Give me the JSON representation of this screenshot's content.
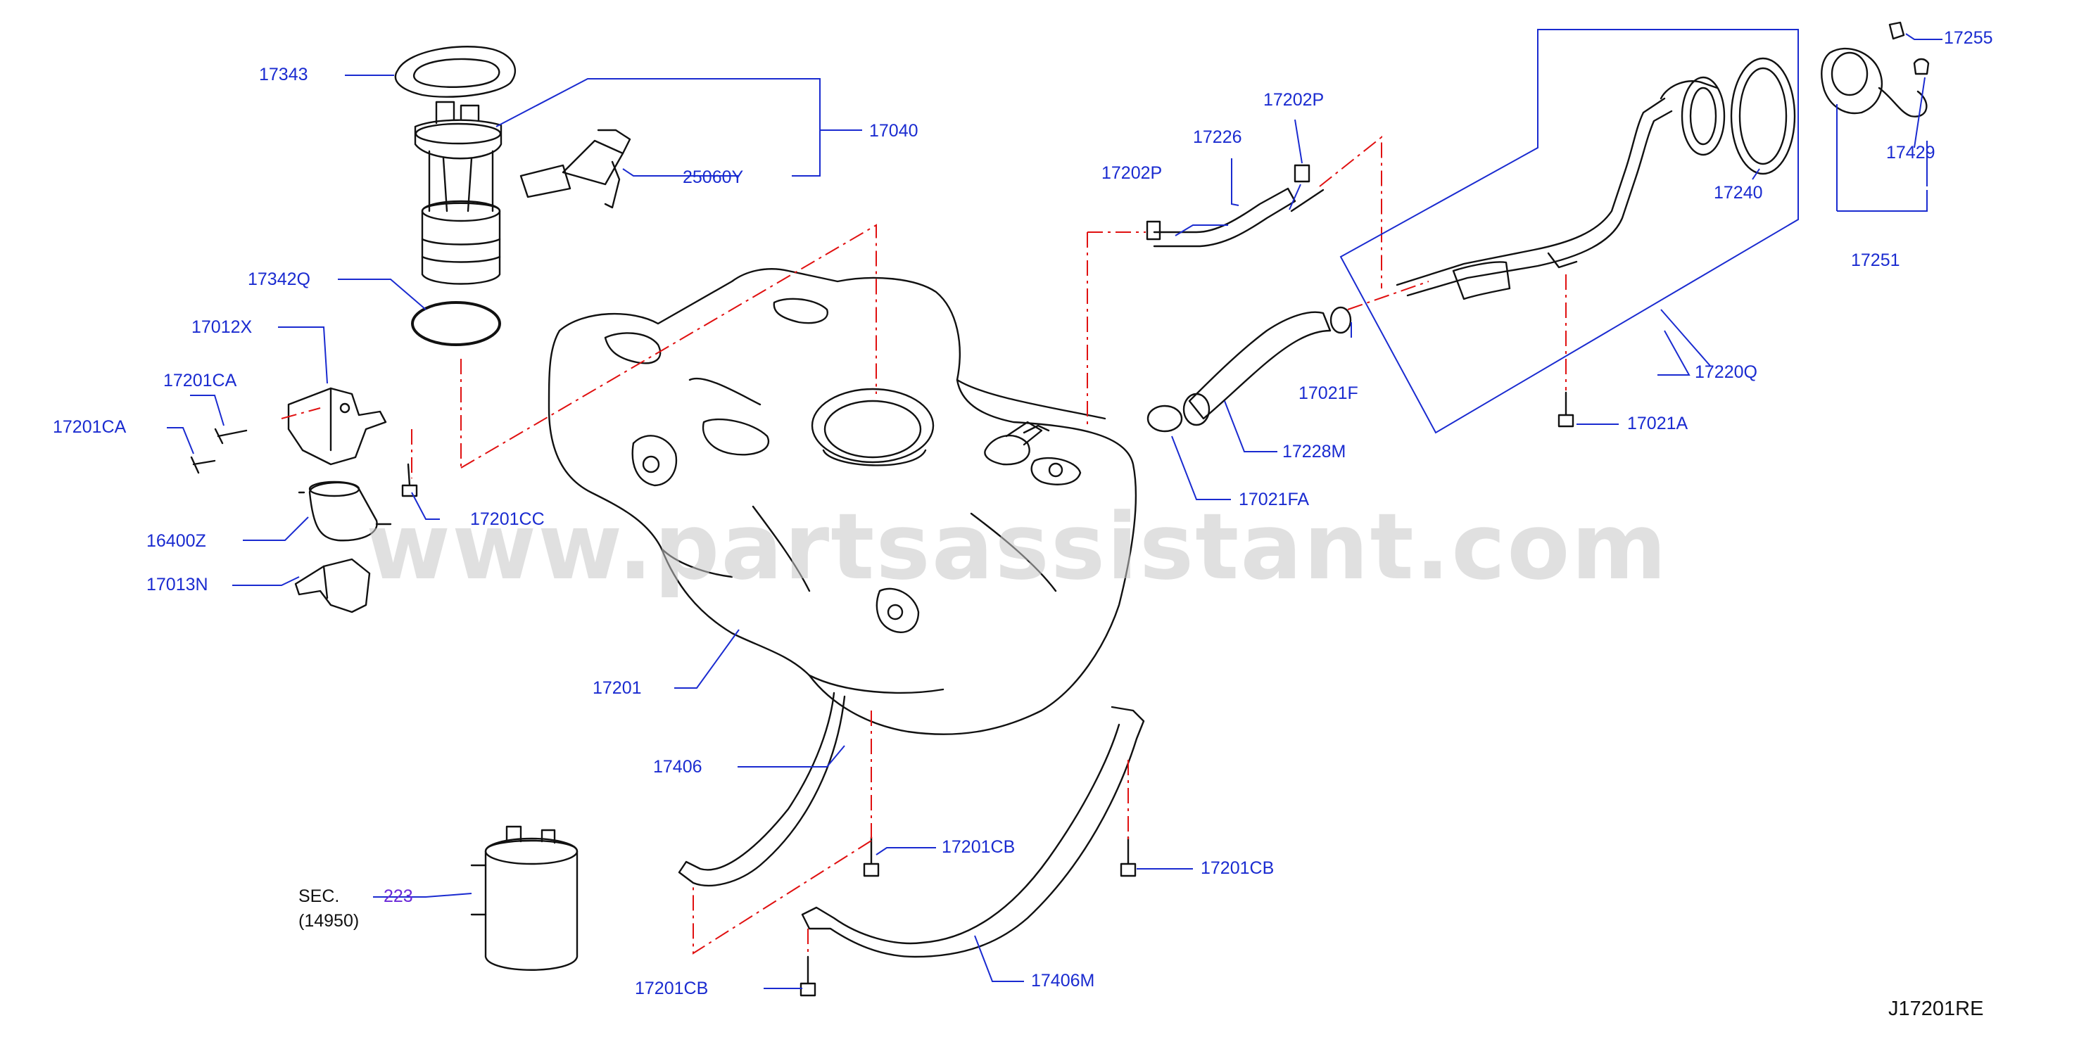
{
  "diagram": {
    "code": "J17201RE",
    "watermark": "www.partsassistant.com",
    "sec_prefix": "SEC.",
    "sec_link": "223",
    "sec_sub": "(14950)",
    "colors": {
      "callout": "#1a2bd0",
      "link": "#6a28d8",
      "centerline": "#e01010",
      "drawing": "#111111",
      "watermark": "#c8c8c8"
    },
    "parts": [
      {
        "id": "17343"
      },
      {
        "id": "17040"
      },
      {
        "id": "25060Y"
      },
      {
        "id": "17342Q"
      },
      {
        "id": "17012X"
      },
      {
        "id": "17201CA"
      },
      {
        "id": "17201CA"
      },
      {
        "id": "17201CC"
      },
      {
        "id": "16400Z"
      },
      {
        "id": "17013N"
      },
      {
        "id": "17201"
      },
      {
        "id": "17406"
      },
      {
        "id": "17201CB"
      },
      {
        "id": "17201CB"
      },
      {
        "id": "17201CB"
      },
      {
        "id": "17406M"
      },
      {
        "id": "17202P"
      },
      {
        "id": "17226"
      },
      {
        "id": "17202P"
      },
      {
        "id": "17021F"
      },
      {
        "id": "17228M"
      },
      {
        "id": "17021FA"
      },
      {
        "id": "17021A"
      },
      {
        "id": "17220Q"
      },
      {
        "id": "17240"
      },
      {
        "id": "17255"
      },
      {
        "id": "17429"
      },
      {
        "id": "17251"
      }
    ]
  }
}
